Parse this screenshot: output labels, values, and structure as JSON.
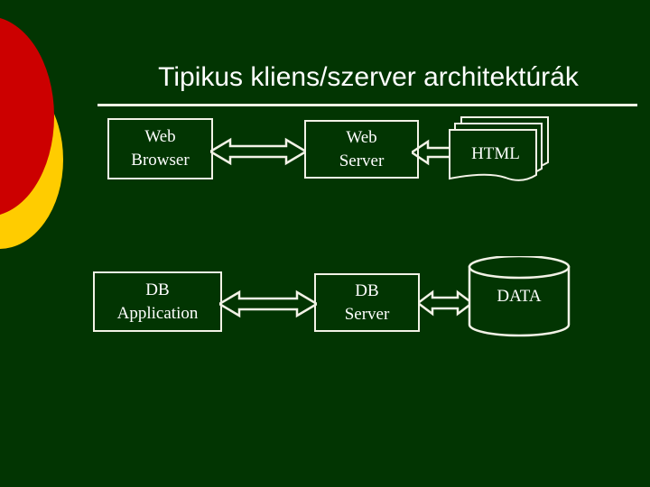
{
  "slide": {
    "title": "Tipikus kliens/szerver architektúrák",
    "background_color": "#023502",
    "text_color": "#FFFFFF",
    "rule_color": "#F2F2E6"
  },
  "decor": {
    "red_circle_color": "#CC0000",
    "yellow_circle_color": "#FFCC00"
  },
  "diagram": {
    "nodes": [
      {
        "id": "web-browser",
        "line1": "Web",
        "line2": "Browser",
        "shape": "rectangle"
      },
      {
        "id": "web-server",
        "line1": "Web",
        "line2": "Server",
        "shape": "rectangle"
      },
      {
        "id": "html",
        "line1": "HTML",
        "line2": "",
        "shape": "document-stack"
      },
      {
        "id": "db-app",
        "line1": "DB",
        "line2": "Application",
        "shape": "rectangle"
      },
      {
        "id": "db-server",
        "line1": "DB",
        "line2": "Server",
        "shape": "rectangle"
      },
      {
        "id": "data",
        "line1": "DATA",
        "line2": "",
        "shape": "cylinder"
      }
    ],
    "connectors": [
      {
        "id": "browser-server",
        "from": "web-browser",
        "to": "web-server",
        "direction": "bidirectional"
      },
      {
        "id": "html-server",
        "from": "html",
        "to": "web-server",
        "direction": "left"
      },
      {
        "id": "dbapp-dbserver",
        "from": "db-app",
        "to": "db-server",
        "direction": "bidirectional"
      },
      {
        "id": "dbserver-data",
        "from": "db-server",
        "to": "data",
        "direction": "bidirectional"
      }
    ]
  }
}
